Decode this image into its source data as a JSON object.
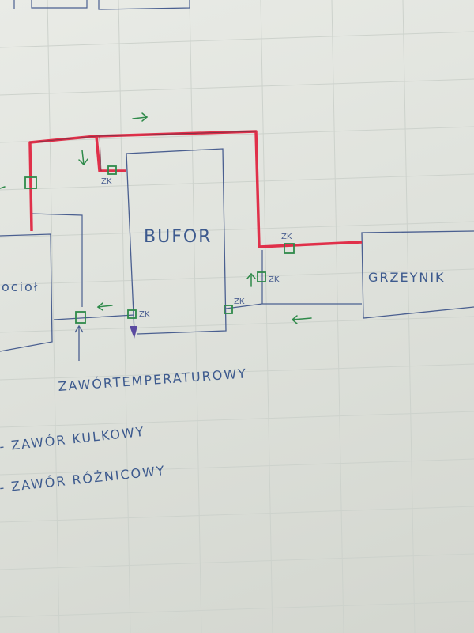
{
  "labels": {
    "kociol": "ocioł",
    "bufor": "BUFOR",
    "grzejnik": "GRZEYNIK",
    "zk": "ZK",
    "thermo_valve": "ZAWÓRTEMPERATUROWY",
    "legend_ball": "- ZAWÓR KULKOWY",
    "legend_diff": "- ZAWÓR RÓŻNICOWY"
  },
  "colors": {
    "paper": "#e4e6e1",
    "pipe_red": "#e0304a",
    "pen_blue": "#4a5f90",
    "pen_green": "#2f8a4a"
  }
}
